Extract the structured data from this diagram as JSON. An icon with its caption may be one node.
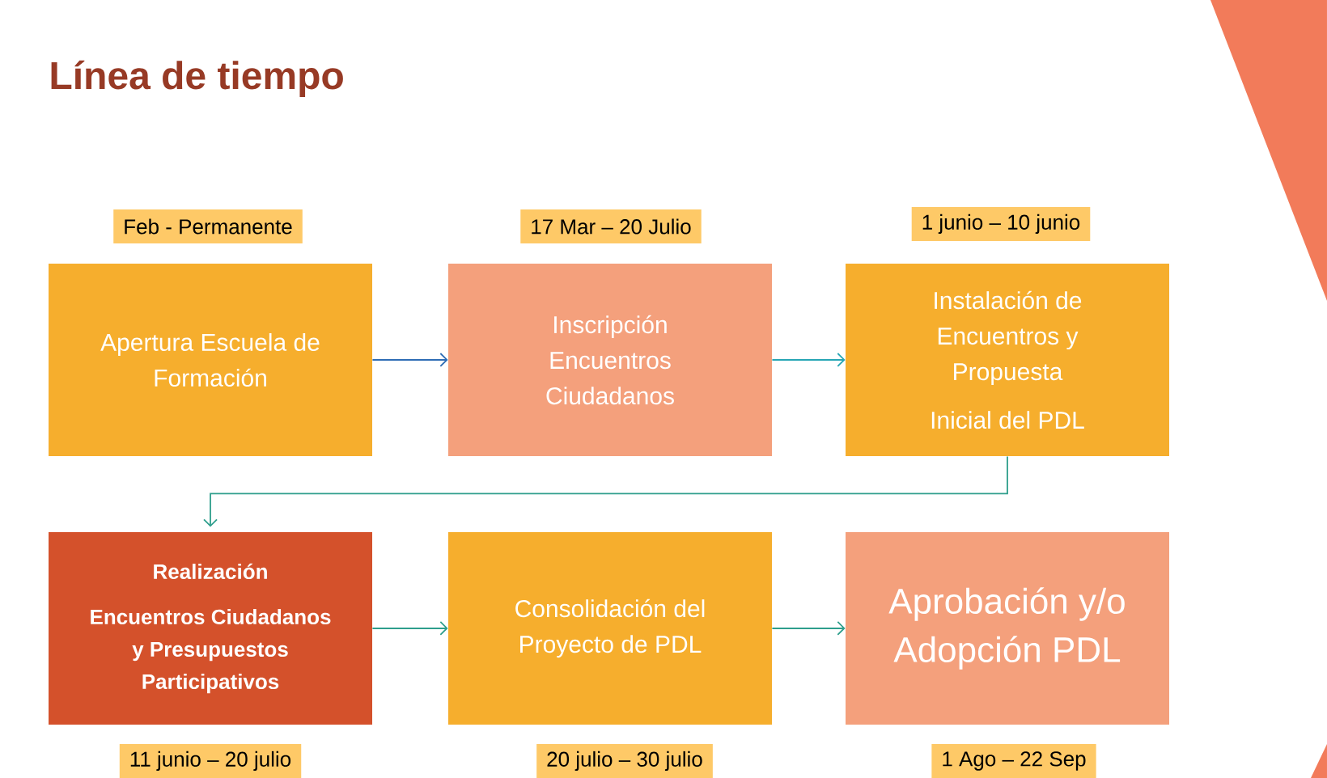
{
  "diagram": {
    "title": "Línea de tiempo",
    "nodes": [
      {
        "text": [
          "Apertura Escuela de Formación"
        ],
        "beside": [
          "Feb - Permanente"
        ]
      },
      {
        "text": [
          "Inscripción Encuentros Ciudadanos"
        ],
        "beside": [
          "17 Mar – 20 Julio"
        ]
      },
      {
        "text": [
          "Instalación de Encuentros y Propuesta",
          "Inicial del PDL"
        ],
        "beside": [
          "1 junio – 10 junio"
        ]
      },
      {
        "text": [
          "Realización",
          "Encuentros Ciudadanos y Presupuestos Participativos"
        ],
        "beside": [
          "11 junio – 20 julio"
        ]
      },
      {
        "text": [
          "Consolidación del Proyecto de PDL"
        ],
        "beside": [
          "20 julio – 30 julio"
        ]
      },
      {
        "text": [
          "Aprobación y/o Adopción PDL"
        ],
        "beside": [
          "1 Ago – 22 Sep"
        ]
      }
    ],
    "edges": [
      {
        "from": 0,
        "to": 1,
        "arrow": "to",
        "color": "#2e6db5"
      },
      {
        "from": 1,
        "to": 2,
        "arrow": "to",
        "color": "#27a6b5"
      },
      {
        "from": 2,
        "to": 3,
        "arrow": "to"
      },
      {
        "from": 3,
        "to": 4,
        "arrow": "to"
      },
      {
        "from": 4,
        "to": 5,
        "arrow": "to"
      }
    ]
  }
}
